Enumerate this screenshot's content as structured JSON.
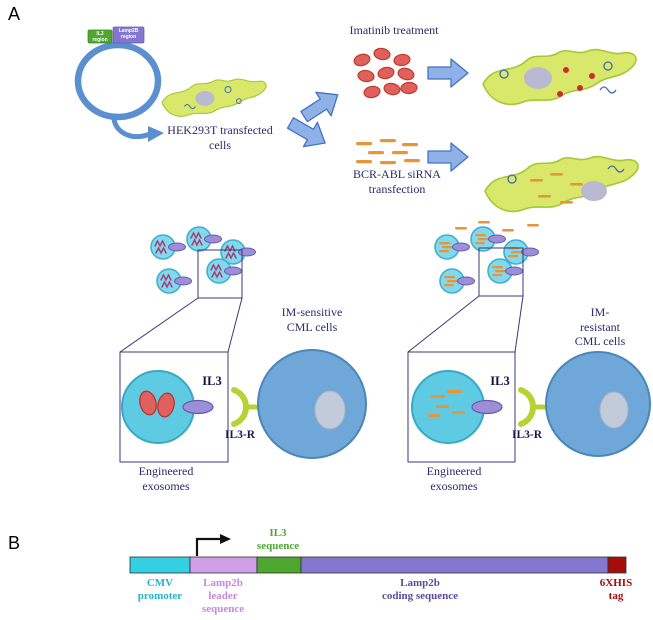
{
  "panel_a": {
    "label": "A",
    "plasmid": {
      "il3_region": "IL3\nregion",
      "lamp2b_region": "Lamp2B\nregion"
    },
    "hek_cells": "HEK293T transfected\ncells",
    "imatinib_treatment": "Imatinib treatment",
    "sirna_transfection": "BCR-ABL siRNA\ntransfection",
    "sensitive": {
      "cml_cells": "IM-sensitive\nCML cells",
      "il3": "IL3",
      "il3_receptor": "IL3-R",
      "engineered_exosomes": "Engineered\nexosomes"
    },
    "resistant": {
      "cml_cells": "IM-resistant\nCML cells",
      "il3": "IL3",
      "il3_receptor": "IL3-R",
      "engineered_exosomes": "Engineered\nexosomes"
    }
  },
  "panel_b": {
    "label": "B",
    "il3_sequence": "IL3\nsequence",
    "cmv_promoter": "CMV\npromoter",
    "lamp2b_leader": "Lamp2b\nleader\nsequence",
    "lamp2b_coding": "Lamp2b\ncoding sequence",
    "his_tag": "6XHIS\ntag"
  },
  "colors": {
    "label_navy": "#2b2b6b",
    "cell_green": "#d9e86a",
    "arrow_blue": "#8fb1e8",
    "imatinib_red": "#e0605e",
    "sirna_orange": "#e8953a",
    "exosome_blue": "#82d9ec",
    "il3_protein_purple": "#9b8fd8",
    "receptor_lime": "#b5d334",
    "cml_cell_blue": "#6fa8d8",
    "cmv_cyan": "#35cfe2",
    "leader_lilac": "#cf9fe8",
    "il3_green": "#4ea72e",
    "coding_purple": "#8577d0",
    "his_dark_red": "#a50d0d"
  }
}
